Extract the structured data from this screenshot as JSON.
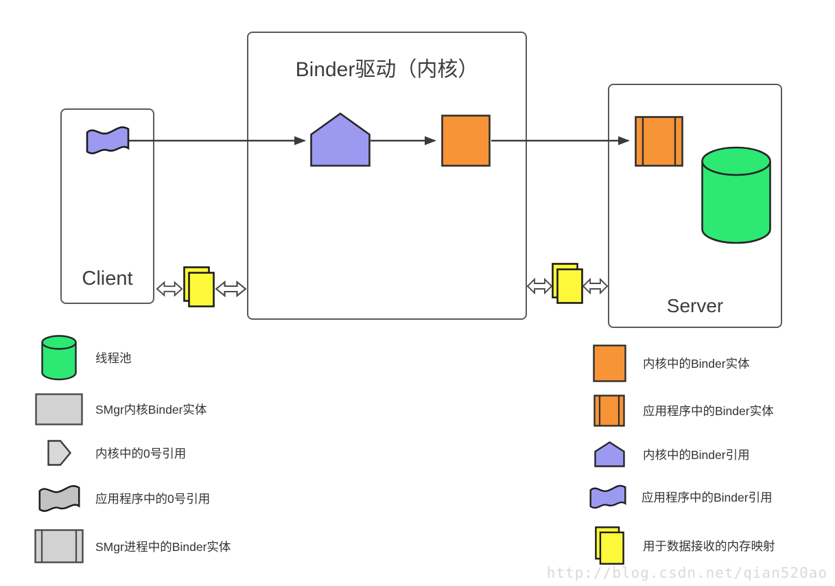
{
  "client_box": {
    "label": "Client"
  },
  "binder_box": {
    "title": "Binder驱动（内核）"
  },
  "server_box": {
    "label": "Server"
  },
  "colors": {
    "purple": "#9b9af0",
    "orange": "#f79438",
    "green": "#2de873",
    "yellow": "#fdf83a",
    "legend_gray": "#d2d2d2",
    "box_border": "#595959",
    "arrow": "#3a3a3a"
  },
  "legend_left": {
    "items": [
      {
        "icon": "thread-pool-cylinder-icon",
        "label": "线程池"
      },
      {
        "icon": "smgr-kernel-binder-entity-icon",
        "label": "SMgr内核Binder实体"
      },
      {
        "icon": "kernel-zero-ref-pentagon-icon",
        "label": "内核中的0号引用"
      },
      {
        "icon": "app-zero-ref-flag-icon",
        "label": "应用程序中的0号引用"
      },
      {
        "icon": "smgr-process-binder-entity-icon",
        "label": "SMgr进程中的Binder实体"
      }
    ]
  },
  "legend_right": {
    "items": [
      {
        "icon": "kernel-binder-entity-icon",
        "label": "内核中的Binder实体"
      },
      {
        "icon": "app-binder-entity-icon",
        "label": "应用程序中的Binder实体"
      },
      {
        "icon": "kernel-binder-ref-icon",
        "label": "内核中的Binder引用"
      },
      {
        "icon": "app-binder-ref-icon",
        "label": "应用程序中的Binder引用"
      },
      {
        "icon": "memory-map-docs-icon",
        "label": "用于数据接收的内存映射"
      }
    ]
  },
  "watermark": {
    "text": "http://blog.csdn.net/qian520ao"
  }
}
